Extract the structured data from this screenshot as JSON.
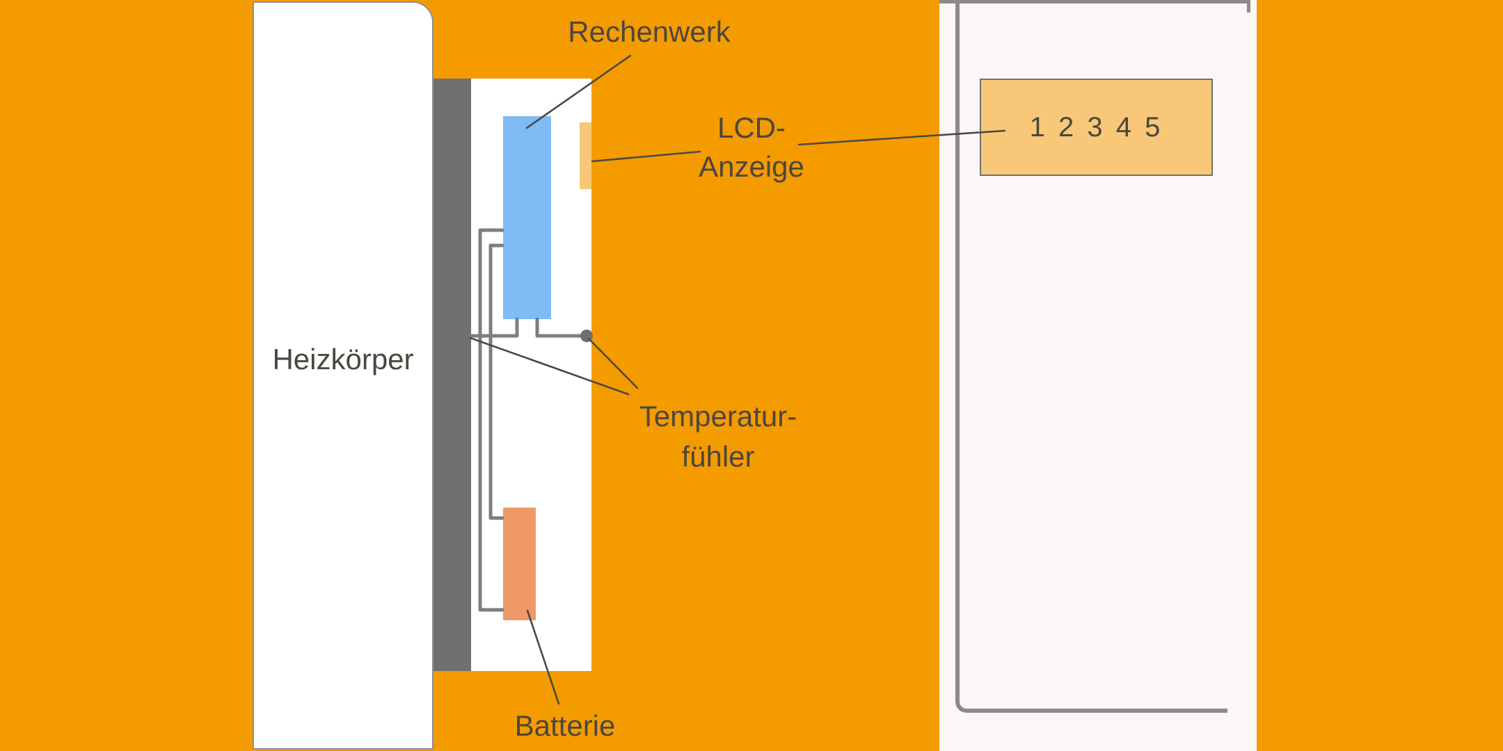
{
  "diagram": {
    "side_view": {
      "labels": {
        "radiator": "Heizkörper",
        "computing_unit": "Rechenwerk",
        "lcd_line1": "LCD-",
        "lcd_line2": "Anzeige",
        "temperature_sensor_line1": "Temperatur-",
        "temperature_sensor_line2": "fühler",
        "battery": "Batterie"
      }
    },
    "front_view": {
      "lcd_display_value": "1 2 3 4 5"
    },
    "colors": {
      "background": "#F49B00",
      "radiator-fill": "#FFFFFF",
      "radiator-border": "#8F8F8F",
      "mounting-plate": "#707070",
      "device-fill": "#FFFFFF",
      "computing-unit-fill": "#7FBCF4",
      "lcd-fill": "#F8C878",
      "lcd-border": "#6F6F6F",
      "battery-fill": "#EF9966",
      "wire": "#7E7E7E",
      "sensor-dot": "#6F6F6F",
      "leader-line": "#4A4A44",
      "panel-fill": "#FCF6F6",
      "panel-line": "#8A8A8A",
      "text": "#4B473F"
    }
  }
}
